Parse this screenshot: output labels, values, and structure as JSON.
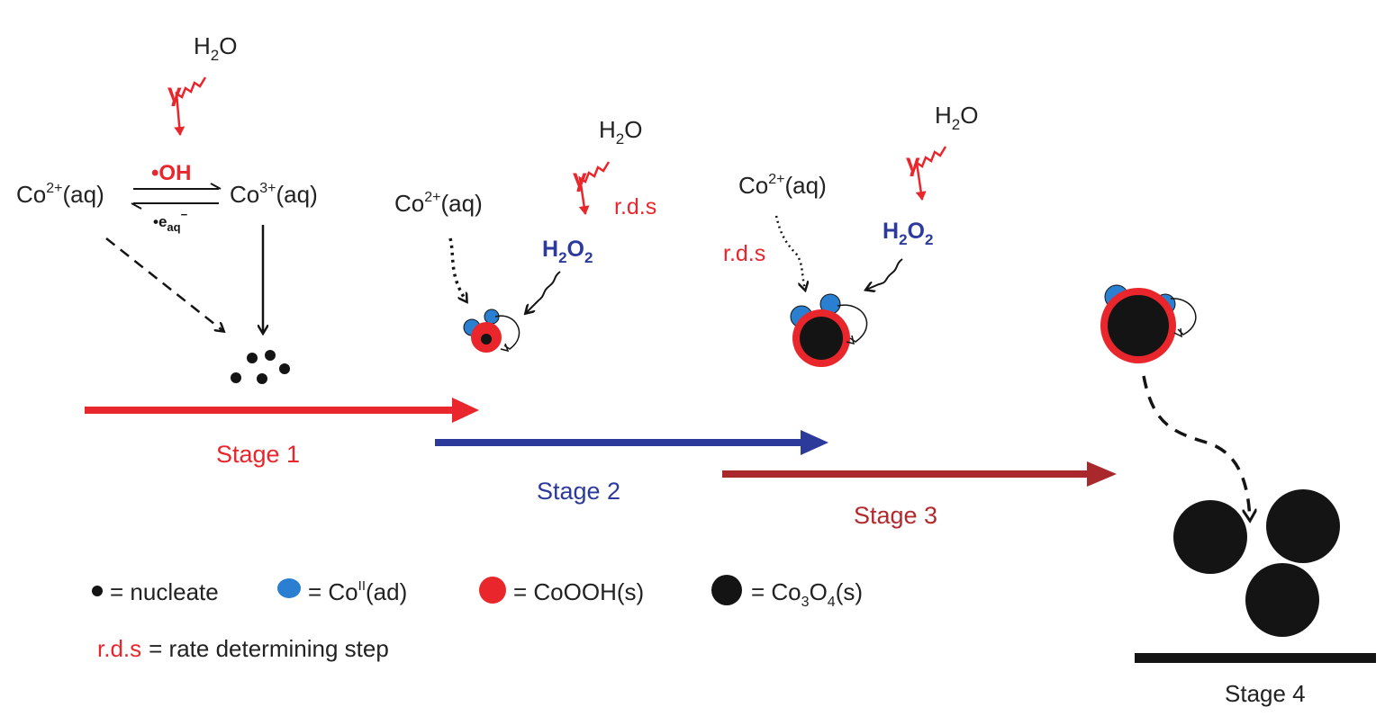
{
  "colors": {
    "red": "#e8262b",
    "blue": "#2b3a9b",
    "dark_red": "#a8282c",
    "co_ii_blue": "#2a7fd0",
    "black": "#141414"
  },
  "species": {
    "h2o": "H",
    "h2o_sub": "2",
    "h2o_tail": "O",
    "gamma": "γ",
    "co2_base": "Co",
    "co2_sup": "2+",
    "aq": "(aq)",
    "co3_sup": "3+",
    "oh": "•OH",
    "eaq_dot": "•e",
    "eaq_sub": "aq",
    "eaq_sup": "−",
    "h2o2_h": "H",
    "h2o2_sub1": "2",
    "h2o2_o": "O",
    "h2o2_sub2": "2",
    "rds": "r.d.s"
  },
  "stages": {
    "s1": "Stage 1",
    "s2": "Stage 2",
    "s3": "Stage 3",
    "s4": "Stage 4"
  },
  "legend": {
    "nucleate": "= nucleate",
    "co_base": "= Co",
    "co_sup": "II",
    "co_tail": "(ad)",
    "cooh": "= CoOOH(s)",
    "co3o4_base": "= Co",
    "co3o4_sub1": "3",
    "co3o4_o": "O",
    "co3o4_sub2": "4",
    "co3o4_tail": "(s)",
    "rds_key": "r.d.s",
    "rds_desc": "= rate determining step"
  }
}
